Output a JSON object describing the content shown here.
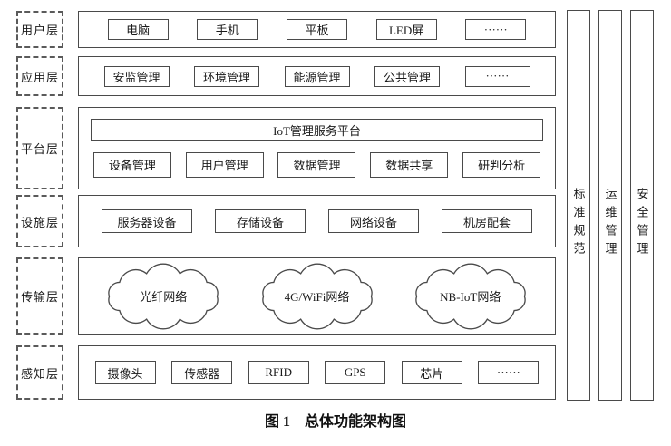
{
  "caption": {
    "label": "图 1",
    "title": "总体功能架构图"
  },
  "layers": [
    {
      "name": "用户层",
      "items": [
        "电脑",
        "手机",
        "平板",
        "LED屏",
        "······"
      ]
    },
    {
      "name": "应用层",
      "items": [
        "安监管理",
        "环境管理",
        "能源管理",
        "公共管理",
        "······"
      ]
    },
    {
      "name": "平台层",
      "platform_box": "IoT管理服务平台",
      "items": [
        "设备管理",
        "用户管理",
        "数据管理",
        "数据共享",
        "研判分析"
      ]
    },
    {
      "name": "设施层",
      "items": [
        "服务器设备",
        "存储设备",
        "网络设备",
        "机房配套"
      ]
    },
    {
      "name": "传输层",
      "items": [
        "光纤网络",
        "4G/WiFi网络",
        "NB-IoT网络"
      ]
    },
    {
      "name": "感知层",
      "items": [
        "摄像头",
        "传感器",
        "RFID",
        "GPS",
        "芯片",
        "······"
      ]
    }
  ],
  "pillars": [
    "标准规范",
    "运维管理",
    "安全管理"
  ],
  "colors": {
    "line": "#4a4a4a",
    "dashed_line": "#5a5a5a",
    "text": "#1a1a1a",
    "background": "#ffffff"
  }
}
